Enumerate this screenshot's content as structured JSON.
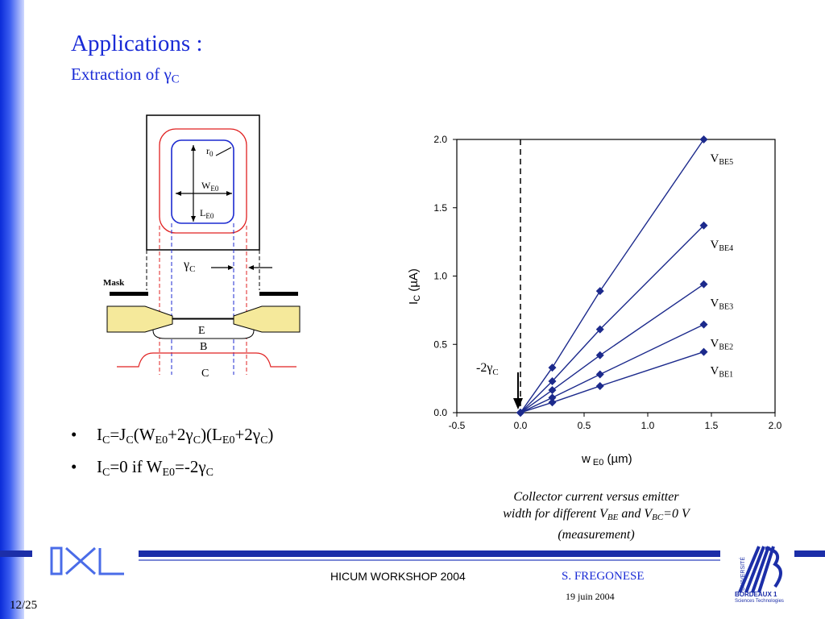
{
  "title": "Applications :",
  "subtitle": {
    "text": "Extraction of ",
    "gamma": "γ",
    "sub": "C"
  },
  "diagram": {
    "r0": "r",
    "r0_sub": "0",
    "we0": "W",
    "we0_sub": "E0",
    "le0": "L",
    "le0_sub": "E0",
    "gamma": "γ",
    "gamma_sub": "C",
    "mask": "Mask",
    "e": "E",
    "b": "B",
    "c": "C"
  },
  "bullets": [
    {
      "parts": [
        "I",
        "C",
        "=J",
        "C",
        "(W",
        "E0",
        "+2γ",
        "C",
        ")(L",
        "E0",
        "+2γ",
        "C",
        ")"
      ]
    },
    {
      "parts": [
        "I",
        "C",
        "=0 if W",
        "E0",
        "=-2γ",
        "C"
      ]
    }
  ],
  "chart_data": {
    "type": "line",
    "x_axis": {
      "label": "w",
      "label_sub": "E0",
      "unit": "(µm)",
      "min": -0.5,
      "max": 2.0,
      "ticks": [
        "-0.5",
        "0.0",
        "0.5",
        "1.0",
        "1.5",
        "2.0"
      ]
    },
    "y_axis": {
      "label": "I",
      "label_sub": "C",
      "unit": "(µA)",
      "min": 0.0,
      "max": 2.0,
      "ticks": [
        "0.0",
        "0.5",
        "1.0",
        "1.5",
        "2.0"
      ]
    },
    "x": [
      0.0,
      0.25,
      0.625,
      1.44
    ],
    "series": [
      {
        "name": "V",
        "sub": "BE1",
        "values": [
          0.0,
          0.075,
          0.195,
          0.445
        ]
      },
      {
        "name": "V",
        "sub": "BE2",
        "values": [
          0.0,
          0.11,
          0.28,
          0.645
        ]
      },
      {
        "name": "V",
        "sub": "BE3",
        "values": [
          0.0,
          0.165,
          0.42,
          0.94
        ]
      },
      {
        "name": "V",
        "sub": "BE4",
        "values": [
          0.0,
          0.23,
          0.61,
          1.37
        ]
      },
      {
        "name": "V",
        "sub": "BE5",
        "values": [
          0.0,
          0.33,
          0.89,
          2.0
        ]
      }
    ],
    "annotation": {
      "text": "-2γ",
      "sub": "C"
    },
    "colors": {
      "series": "#1c2a8c",
      "axis": "#000000"
    }
  },
  "caption": {
    "line1": "Collector current versus emitter",
    "line2a": "width for different V",
    "line2b": "BE",
    "line2c": " and V",
    "line2d": "BC",
    "line2e": "=0 V",
    "line3": "(measurement)"
  },
  "footer": {
    "workshop": "HICUM WORKSHOP 2004",
    "author": "S. FREGONESE",
    "date": "19 juin 2004",
    "page": "12/25"
  },
  "logos": {
    "left": "IXL",
    "right_main": "BORDEAUX 1",
    "right_sub": "Sciences Technologies",
    "right_vertical": "UNIVERSITÉ"
  },
  "colors": {
    "accent": "#1a2bd6",
    "sidebar": "#0a2bd8",
    "footer": "#1c2ea8"
  }
}
